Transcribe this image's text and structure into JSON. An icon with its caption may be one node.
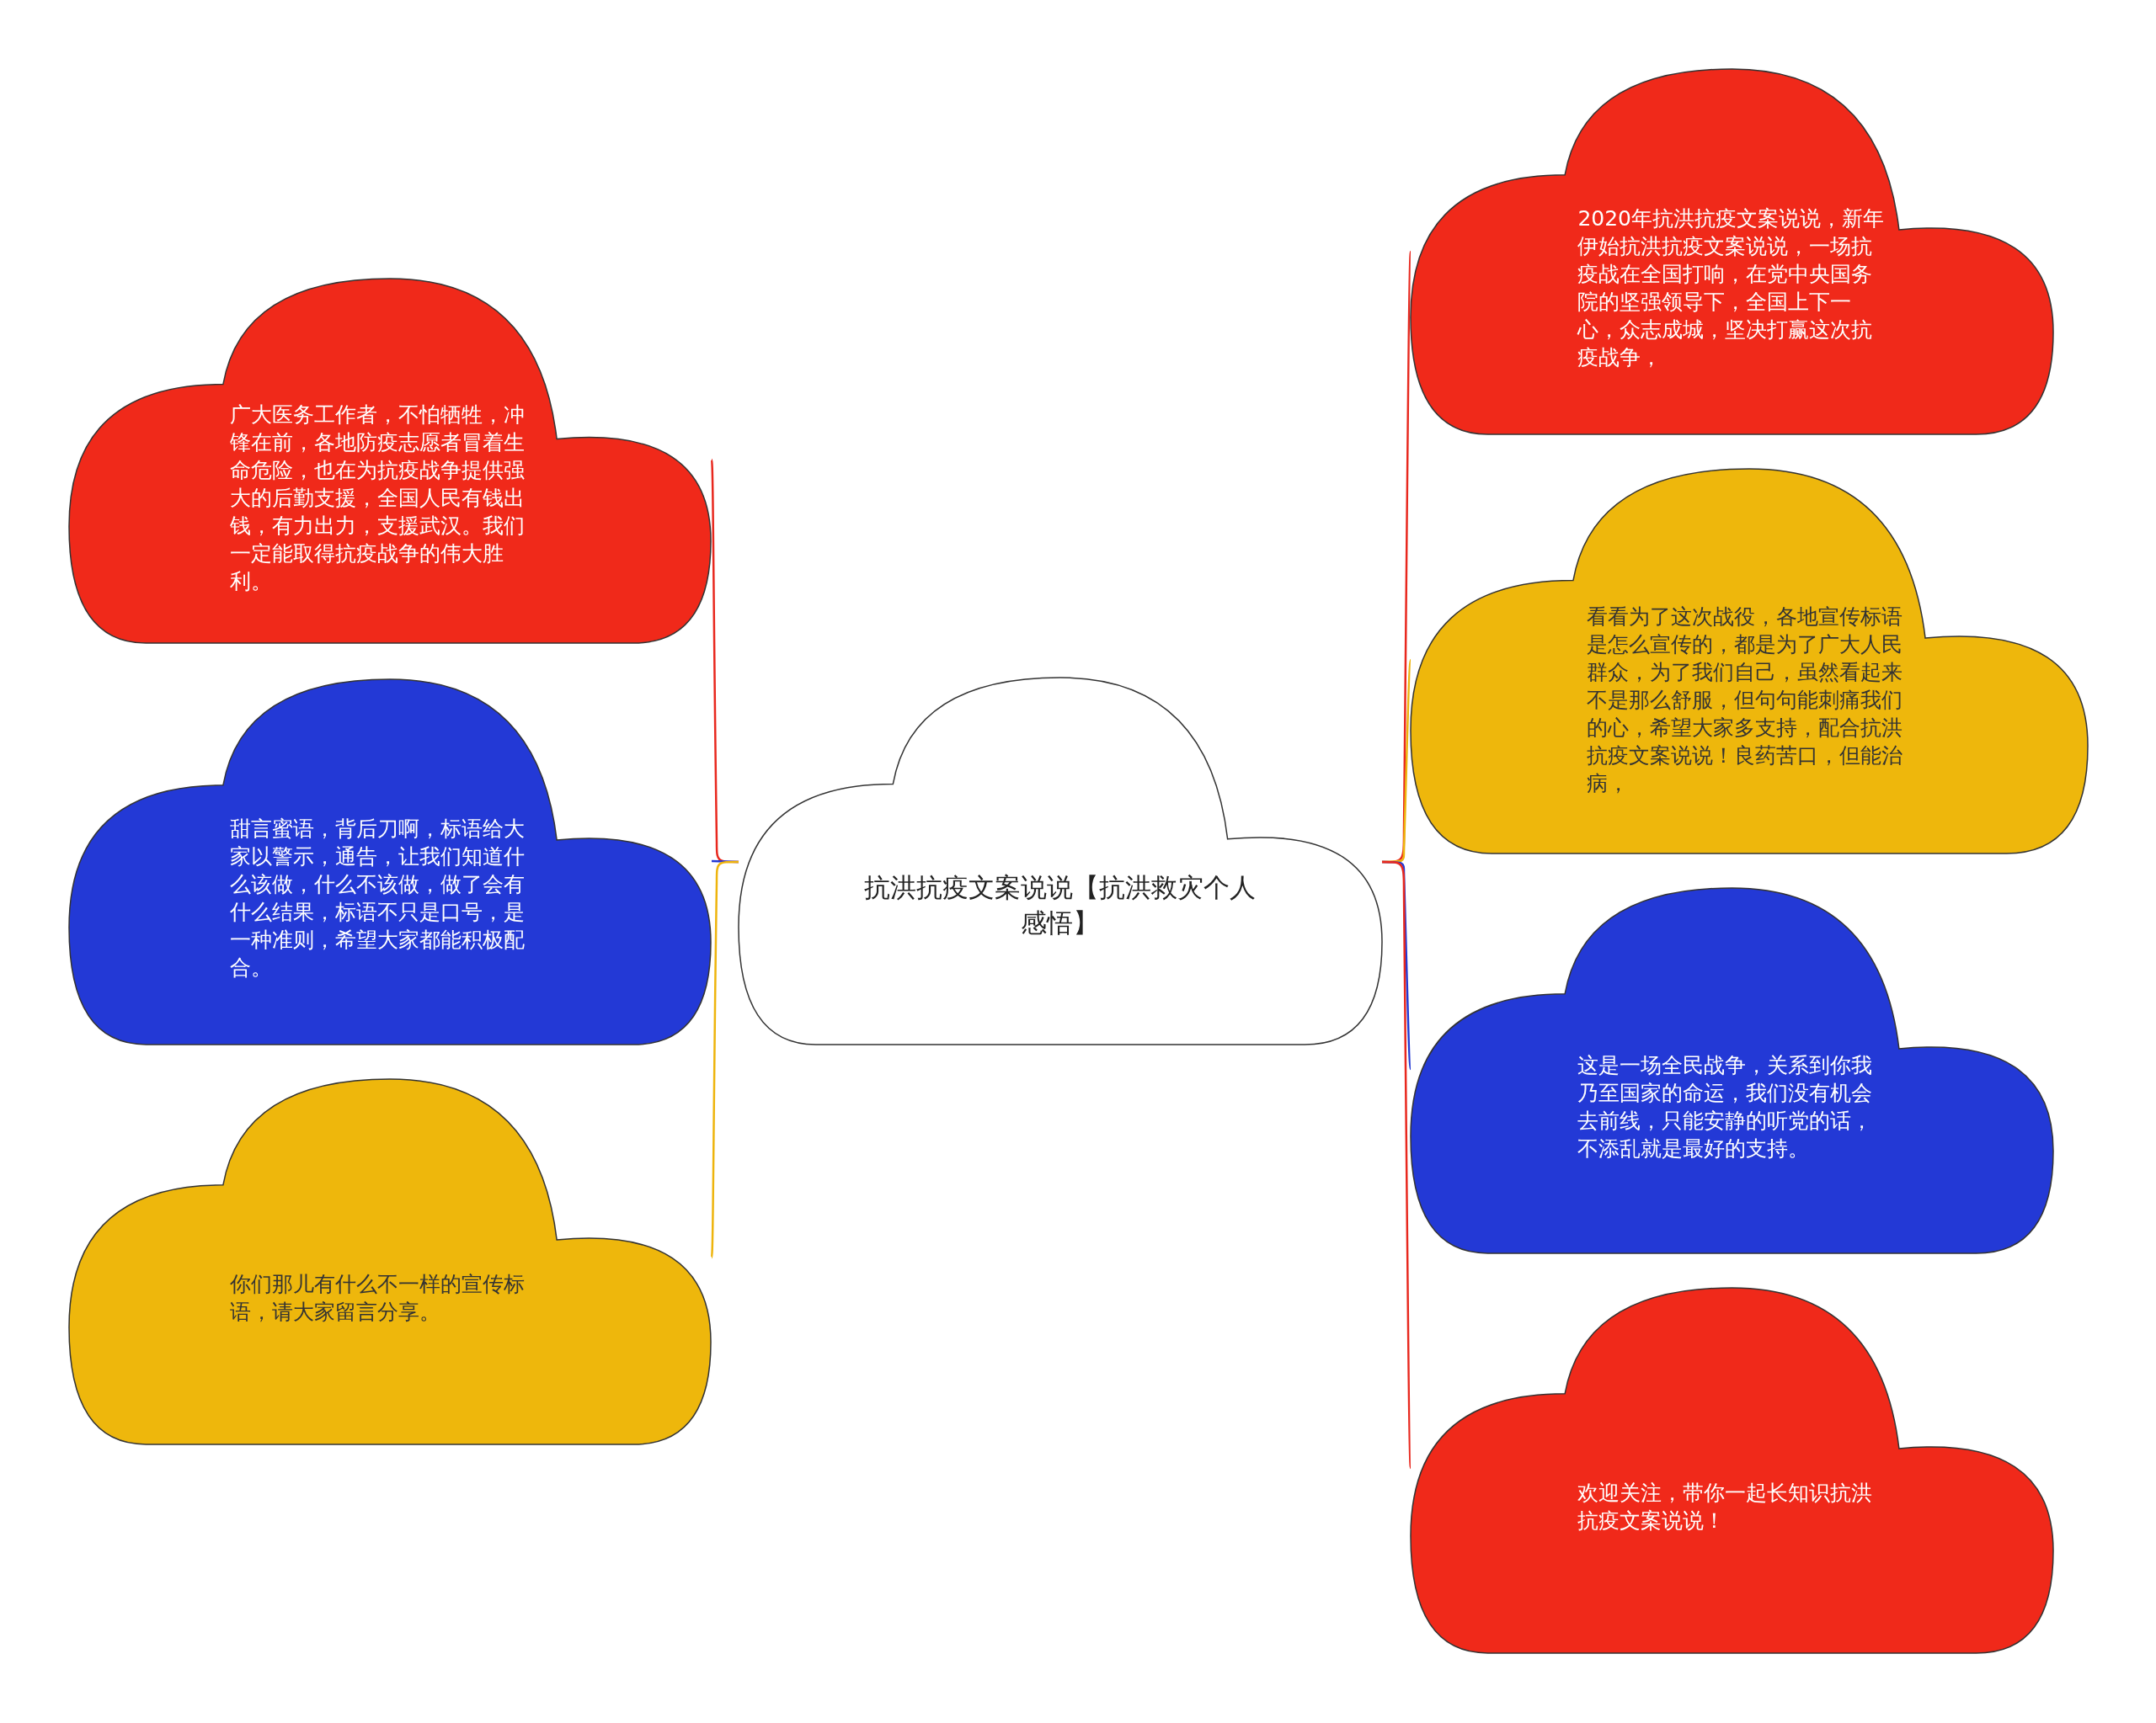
{
  "diagram": {
    "nodes": [
      {
        "text": [
          "抗洪抗疫文案说说【抗洪救灾个人感悟】"
        ]
      },
      {
        "text": [
          "广大医务工作者，不怕牺牲，冲锋在前，各地防疫志愿者冒着生命危险，也在为抗疫战争提供强大的后勤支援，全国人民有钱出钱，有力出力，支援武汉。我们一定能取得抗疫战争的伟大胜利。"
        ]
      },
      {
        "text": [
          "甜言蜜语，背后刀啊，标语给大家以警示，通告，让我们知道什么该做，什么不该做，做了会有什么结果，标语不只是口号，是一种准则，希望大家都能积极配合。"
        ]
      },
      {
        "text": [
          "你们那儿有什么不一样的宣传标语，请大家留言分享。"
        ]
      },
      {
        "text": [
          "2020年抗洪抗疫文案说说，新年伊始抗洪抗疫文案说说，一场抗疫战在全国打响，在党中央国务院的坚强领导下，全国上下一心，众志成城，坚决打赢这次抗疫战争，"
        ]
      },
      {
        "text": [
          "看看为了这次战役，各地宣传标语是怎么宣传的，都是为了广大人民群众，为了我们自己，虽然看起来不是那么舒服，但句句能刺痛我们的心，希望大家多支持，配合抗洪抗疫文案说说！良药苦口，但能治病，"
        ]
      },
      {
        "text": [
          "这是一场全民战争，关系到你我乃至国家的命运，我们没有机会去前线，只能安静的听党的话，不添乱就是最好的支持。"
        ]
      },
      {
        "text": [
          "欢迎关注，带你一起长知识抗洪抗疫文案说说！"
        ]
      }
    ],
    "edges": [
      {
        "from": 0,
        "to": 1,
        "arrow": "none",
        "color": "#e8281e"
      },
      {
        "from": 0,
        "to": 2,
        "arrow": "none",
        "color": "#2339d4"
      },
      {
        "from": 0,
        "to": 3,
        "arrow": "none",
        "color": "#eeb40c"
      },
      {
        "from": 0,
        "to": 4,
        "arrow": "none",
        "color": "#e8281e"
      },
      {
        "from": 0,
        "to": 5,
        "arrow": "none",
        "color": "#eeb40c"
      },
      {
        "from": 0,
        "to": 6,
        "arrow": "none",
        "color": "#2339d4"
      },
      {
        "from": 0,
        "to": 7,
        "arrow": "none",
        "color": "#e8281e"
      }
    ]
  }
}
